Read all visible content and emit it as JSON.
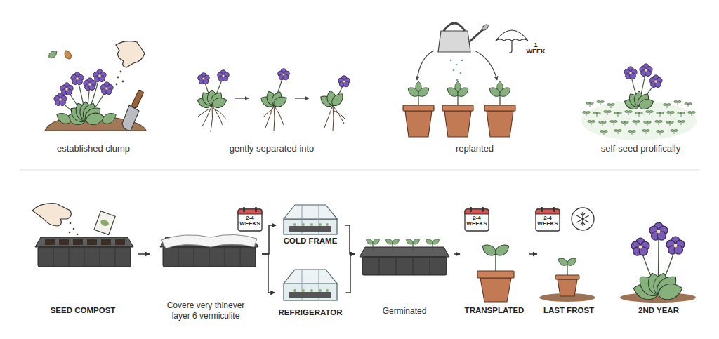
{
  "diagram": {
    "nodes": [
      {
        "text": [
          "established clump"
        ]
      },
      {
        "text": [
          "gently separated into"
        ]
      },
      {
        "text": [
          "replanted"
        ]
      },
      {
        "text": [
          "self-seed prolifically"
        ]
      },
      {
        "text": [
          "SEED COMPOST"
        ]
      },
      {
        "text": [
          "Covere very thinever layer 6 vermiculite"
        ]
      },
      {
        "text": [
          "COLD FRAME"
        ]
      },
      {
        "text": [
          "REFRIGERATOR"
        ]
      },
      {
        "text": [
          "Germinated"
        ]
      },
      {
        "text": [
          "TRANSPLATED"
        ]
      },
      {
        "text": [
          "LAST FROST"
        ]
      },
      {
        "text": [
          "2ND YEAR"
        ]
      }
    ],
    "edges": [
      {
        "from": 4,
        "to": 5,
        "arrow": "to"
      },
      {
        "from": 5,
        "to": 6,
        "arrow": "to"
      },
      {
        "from": 5,
        "to": 7,
        "arrow": "to"
      },
      {
        "from": 6,
        "to": 8,
        "arrow": "to"
      },
      {
        "from": 7,
        "to": 8,
        "arrow": "to"
      },
      {
        "from": 8,
        "to": 9,
        "arrow": "to"
      },
      {
        "from": 9,
        "to": 10,
        "arrow": "to"
      }
    ],
    "labels": [
      "1 WEEK",
      "2-4 WEEKS",
      "2-4 WEEKS",
      "2-4 WEEKS"
    ]
  }
}
